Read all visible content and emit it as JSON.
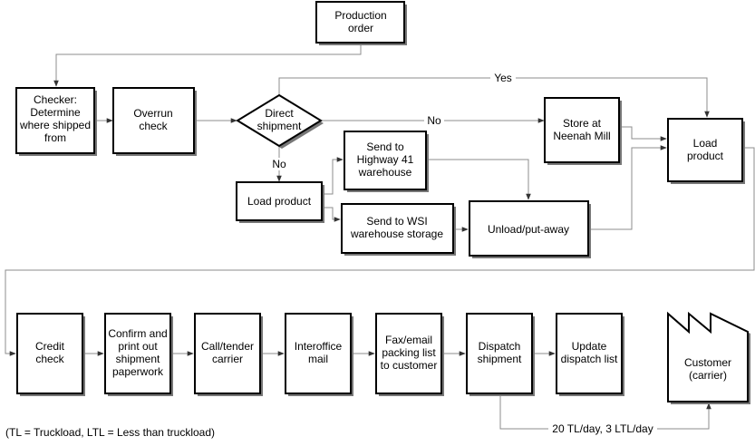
{
  "nodes": {
    "production_order": [
      "Production",
      "order"
    ],
    "checker": [
      "Checker:",
      "Determine",
      "where shipped",
      "from"
    ],
    "overrun_check": [
      "Overrun",
      "check"
    ],
    "direct_shipment": [
      "Direct",
      "shipment"
    ],
    "store_neenah": [
      "Store at",
      "Neenah Mill"
    ],
    "load_product_top": [
      "Load",
      "product"
    ],
    "send_highway": [
      "Send to",
      "Highway 41",
      "warehouse"
    ],
    "load_product_mid": [
      "Load product"
    ],
    "send_wsi": [
      "Send to WSI",
      "warehouse storage"
    ],
    "unload_putaway": [
      "Unload/put-away"
    ],
    "credit_check": [
      "Credit",
      "check"
    ],
    "confirm_print": [
      "Confirm and",
      "print out",
      "shipment",
      "paperwork"
    ],
    "call_tender": [
      "Call/tender",
      "carrier"
    ],
    "interoffice_mail": [
      "Interoffice",
      "mail"
    ],
    "fax_email": [
      "Fax/email",
      "packing list",
      "to customer"
    ],
    "dispatch_shipment": [
      "Dispatch",
      "shipment"
    ],
    "update_dispatch": [
      "Update",
      "dispatch list"
    ],
    "customer": [
      "Customer",
      "(carrier)"
    ]
  },
  "edge_labels": {
    "yes": "Yes",
    "no_right": "No",
    "no_down": "No",
    "volume": "20 TL/day,  3 LTL/day"
  },
  "footnote": "(TL = Truckload, LTL = Less than truckload)"
}
